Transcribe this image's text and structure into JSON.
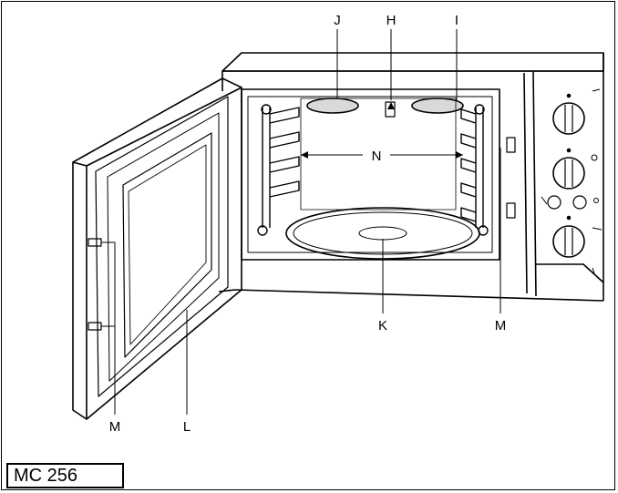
{
  "figure": {
    "model_label": "MC 256",
    "callouts": {
      "J": "J",
      "H": "H",
      "I": "I",
      "N": "N",
      "K": "K",
      "M_right": "M",
      "M_left": "M",
      "L": "L"
    }
  }
}
